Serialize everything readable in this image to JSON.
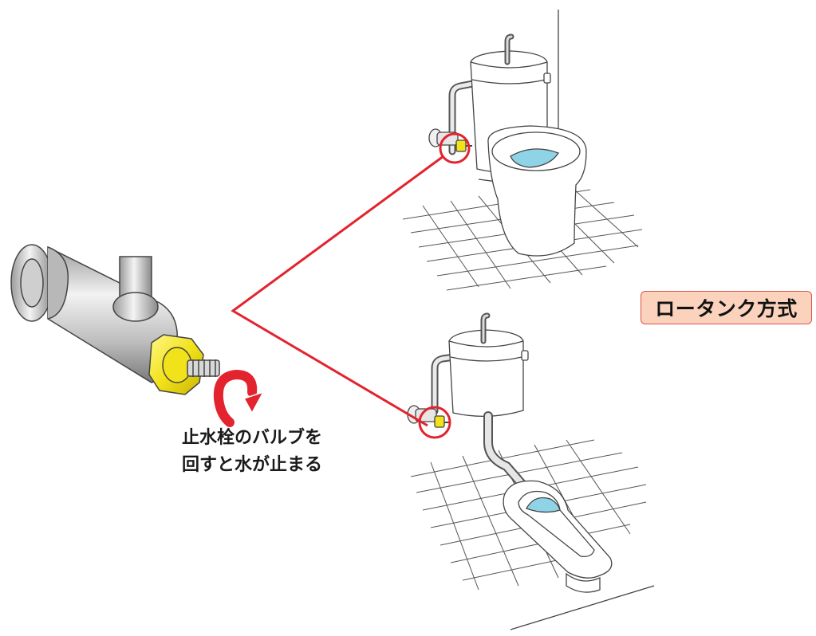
{
  "method_label": "ロータンク方式",
  "caption": {
    "line1": "止水栓のバルブを",
    "line2": "回すと水が止まる"
  },
  "colors": {
    "callout_red": "#e3232e",
    "badge_fill": "#fbd3bd",
    "badge_border": "#e0524c",
    "valve_nut": "#f2e21a",
    "water": "#8fd3e6",
    "outline": "#444444"
  }
}
